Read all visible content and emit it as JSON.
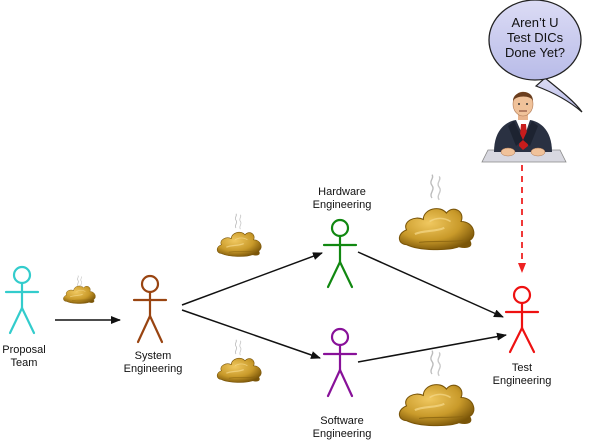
{
  "speech_bubble": {
    "line1": "Aren’t U",
    "line2": "Test DICs",
    "line3": "Done Yet?"
  },
  "actors": {
    "proposal": {
      "line1": "Proposal",
      "line2": "Team",
      "color": "#33cccc"
    },
    "system": {
      "line1": "System",
      "line2": "Engineering",
      "color": "#994411"
    },
    "hardware": {
      "line1": "Hardware",
      "line2": "Engineering",
      "color": "#118811"
    },
    "software": {
      "line1": "Software",
      "line2": "Engineering",
      "color": "#881199"
    },
    "test": {
      "line1": "Test",
      "line2": "Engineering",
      "color": "#ee1111"
    }
  },
  "colors": {
    "pile": "#c99a2a",
    "pile_dark": "#8a6410",
    "bubble": "#c9cbee",
    "dashed_arrow": "#ee2222"
  }
}
